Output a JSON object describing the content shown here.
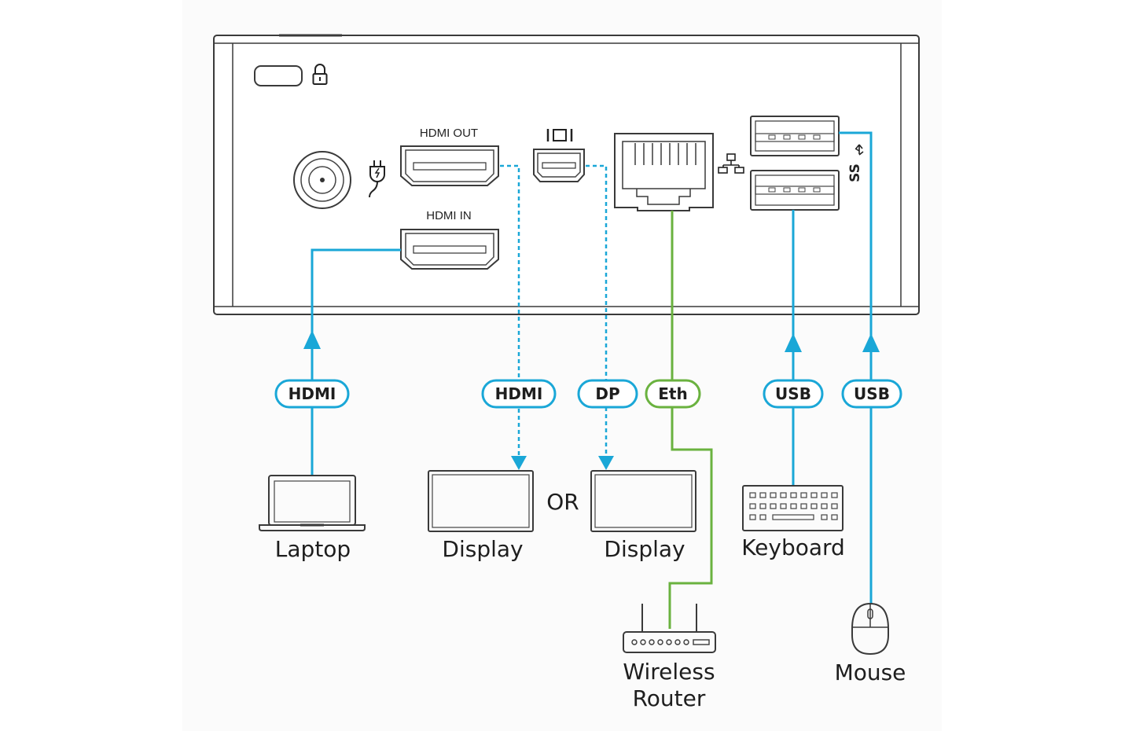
{
  "ports": {
    "hdmi_out_label": "HDMI OUT",
    "hdmi_in_label": "HDMI IN",
    "usb_logo_text": "SS"
  },
  "cables": {
    "hdmi_in": "HDMI",
    "hdmi_out": "HDMI",
    "dp": "DP",
    "eth": "Eth",
    "usb_keyboard": "USB",
    "usb_mouse": "USB"
  },
  "devices": {
    "laptop": "Laptop",
    "display_hdmi": "Display",
    "or": "OR",
    "display_dp": "Display",
    "router_line1": "Wireless",
    "router_line2": "Router",
    "keyboard": "Keyboard",
    "mouse": "Mouse"
  },
  "colors": {
    "hdmi_usb_cable": "#1aa7d7",
    "ethernet_cable": "#6ab23f",
    "outline": "#3a3a3a"
  },
  "icons": [
    "lock-icon",
    "power-plug-icon",
    "mini-displayport-icon",
    "network-icon",
    "usb-superspeed-icon"
  ]
}
